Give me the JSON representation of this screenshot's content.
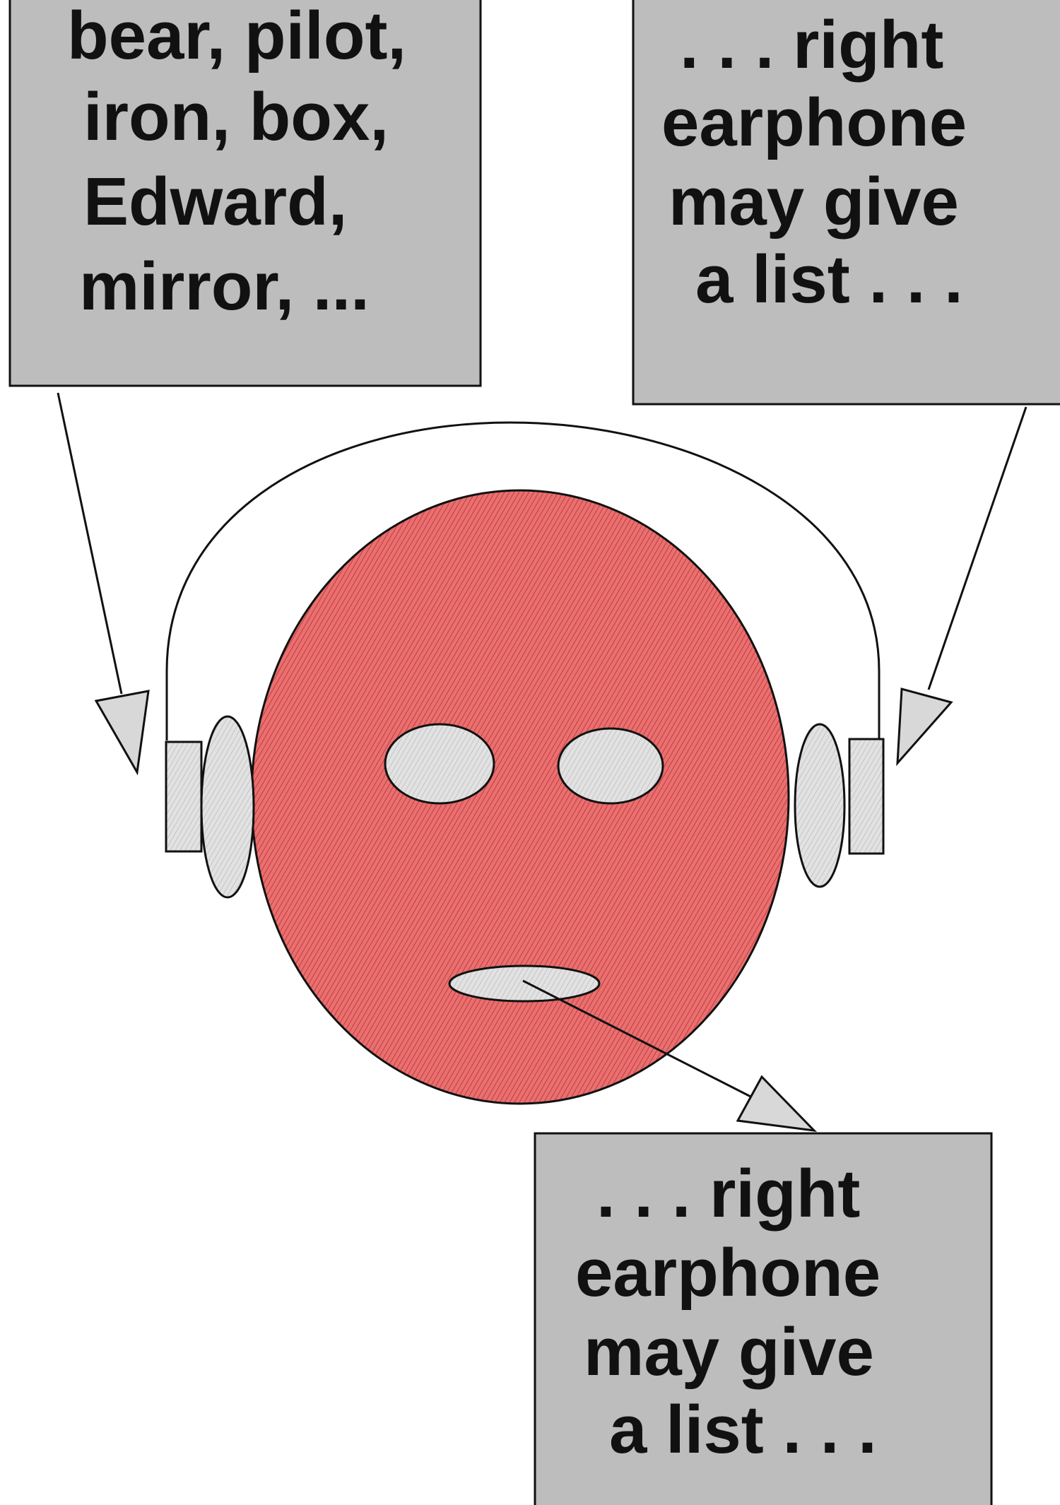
{
  "colors": {
    "box_fill": "#bdbdbd",
    "face_fill": "#e06060",
    "feature_fill": "#dedede",
    "stroke": "#111111",
    "background": "#ffffff"
  },
  "boxes": {
    "left": {
      "lines": [
        "bear,  pilot,",
        "iron, box,",
        "Edward,",
        "mirror, ..."
      ]
    },
    "right": {
      "lines": [
        ". . . right",
        "earphone",
        "may give",
        "a list . . ."
      ]
    },
    "bottom": {
      "lines": [
        ". . . right",
        "earphone",
        "may give",
        "a list . . ."
      ]
    }
  }
}
